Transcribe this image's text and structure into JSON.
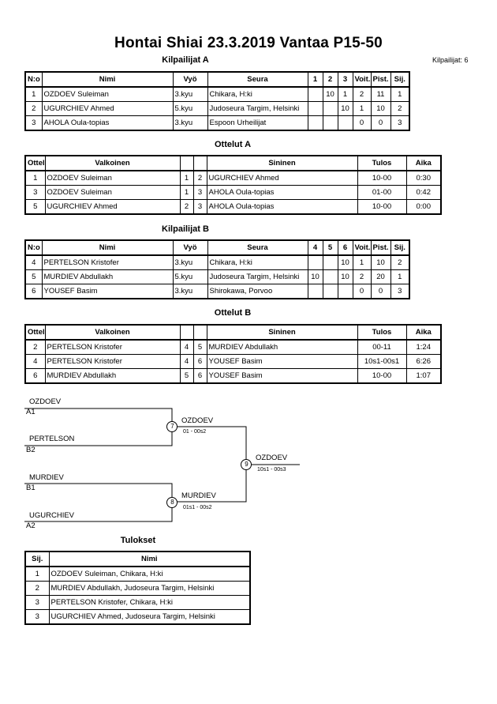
{
  "title": "Hontai Shiai  23.3.2019  Vantaa   P15-50",
  "competitor_count": "Kilpailijat: 6",
  "pool_a": {
    "heading": "Kilpailijat A",
    "headers": [
      "N:o",
      "Nimi",
      "Vyö",
      "Seura",
      "1",
      "2",
      "3",
      "Voit.",
      "Pist.",
      "Sij."
    ],
    "rows": [
      [
        "1",
        "OZDOEV Suleiman",
        "3.kyu",
        "Chikara, H:ki",
        "",
        "10",
        "1",
        "2",
        "11",
        "1"
      ],
      [
        "2",
        "UGURCHIEV Ahmed",
        "5.kyu",
        "Judoseura Targim, Helsinki",
        "",
        "",
        "10",
        "1",
        "10",
        "2"
      ],
      [
        "3",
        "AHOLA Oula-topias",
        "3.kyu",
        "Espoon Urheilijat",
        "",
        "",
        "",
        "0",
        "0",
        "3"
      ]
    ]
  },
  "matches_a": {
    "heading": "Ottelut A",
    "headers": [
      "Ottelu",
      "Valkoinen",
      "",
      "",
      "Sininen",
      "Tulos",
      "Aika"
    ],
    "rows": [
      [
        "1",
        "OZDOEV Suleiman",
        "1",
        "2",
        "UGURCHIEV Ahmed",
        "10-00",
        "0:30"
      ],
      [
        "3",
        "OZDOEV Suleiman",
        "1",
        "3",
        "AHOLA Oula-topias",
        "01-00",
        "0:42"
      ],
      [
        "5",
        "UGURCHIEV Ahmed",
        "2",
        "3",
        "AHOLA Oula-topias",
        "10-00",
        "0:00"
      ]
    ]
  },
  "pool_b": {
    "heading": "Kilpailijat B",
    "headers": [
      "N:o",
      "Nimi",
      "Vyö",
      "Seura",
      "4",
      "5",
      "6",
      "Voit.",
      "Pist.",
      "Sij."
    ],
    "rows": [
      [
        "4",
        "PERTELSON Kristofer",
        "3.kyu",
        "Chikara, H:ki",
        "",
        "",
        "10",
        "1",
        "10",
        "2"
      ],
      [
        "5",
        "MURDIEV Abdullakh",
        "5.kyu",
        "Judoseura Targim, Helsinki",
        "10",
        "",
        "10",
        "2",
        "20",
        "1"
      ],
      [
        "6",
        "YOUSEF Basim",
        "3.kyu",
        "Shirokawa, Porvoo",
        "",
        "",
        "",
        "0",
        "0",
        "3"
      ]
    ]
  },
  "matches_b": {
    "heading": "Ottelut B",
    "headers": [
      "Ottelu",
      "Valkoinen",
      "",
      "",
      "Sininen",
      "Tulos",
      "Aika"
    ],
    "rows": [
      [
        "2",
        "PERTELSON Kristofer",
        "4",
        "5",
        "MURDIEV Abdullakh",
        "00-11",
        "1:24"
      ],
      [
        "4",
        "PERTELSON Kristofer",
        "4",
        "6",
        "YOUSEF Basim",
        "10s1-00s1",
        "6:26"
      ],
      [
        "6",
        "MURDIEV Abdullakh",
        "5",
        "6",
        "YOUSEF Basim",
        "10-00",
        "1:07"
      ]
    ]
  },
  "bracket": {
    "sf1_top_name": "OZDOEV",
    "sf1_top_seed": "A1",
    "sf1_bot_name": "PERTELSON",
    "sf1_bot_seed": "B2",
    "sf2_top_name": "MURDIEV",
    "sf2_top_seed": "B1",
    "sf2_bot_name": "UGURCHIEV",
    "sf2_bot_seed": "A2",
    "m7_num": "7",
    "m7_winner": "OZDOEV",
    "m7_score": "01 - 00s2",
    "m8_num": "8",
    "m8_winner": "MURDIEV",
    "m8_score": "01s1 - 00s2",
    "m9_num": "9",
    "m9_winner": "OZDOEV",
    "m9_score": "10s1 - 00s3"
  },
  "results": {
    "heading": "Tulokset",
    "headers": [
      "Sij.",
      "Nimi"
    ],
    "rows": [
      [
        "1",
        "OZDOEV Suleiman, Chikara, H:ki"
      ],
      [
        "2",
        "MURDIEV Abdullakh, Judoseura Targim, Helsinki"
      ],
      [
        "3",
        "PERTELSON Kristofer, Chikara, H:ki"
      ],
      [
        "3",
        "UGURCHIEV Ahmed, Judoseura Targim, Helsinki"
      ]
    ]
  }
}
